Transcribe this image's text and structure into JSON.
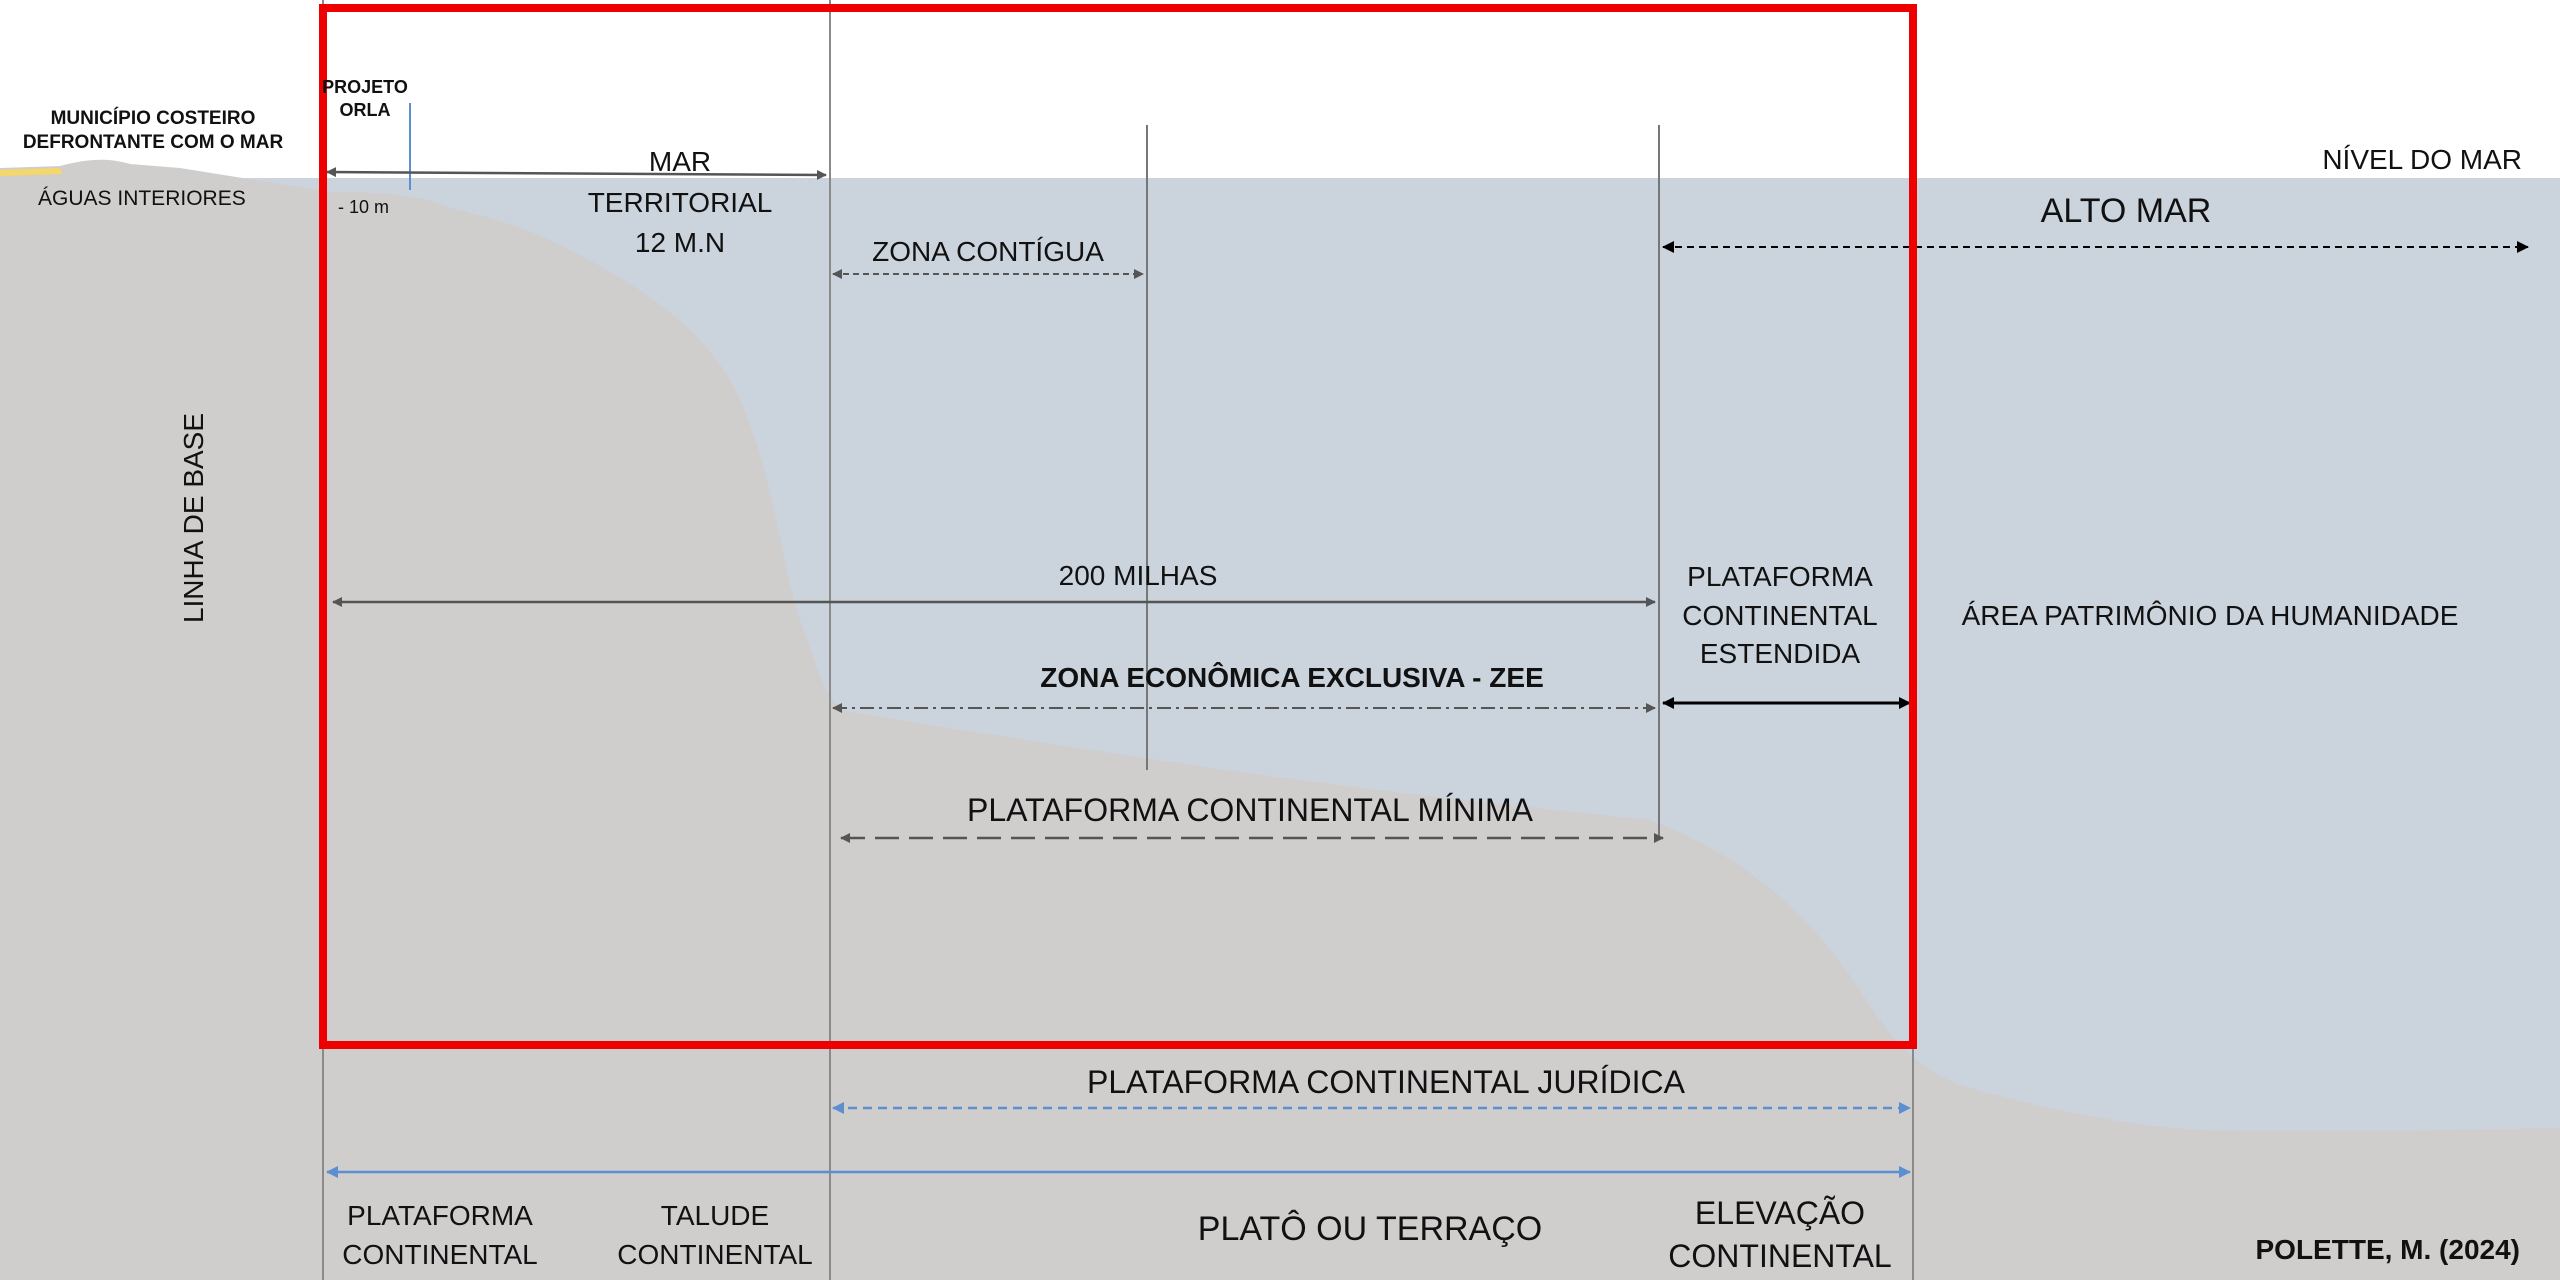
{
  "colors": {
    "seabed": "#d0cdcd",
    "sea": "#cbd3dd",
    "frame": "#ee0000",
    "sand": "#f5d76a",
    "dark_arrow": "#555555",
    "black_arrow": "#000000",
    "blue_arrow": "#5b8fcf",
    "guide_line": "#8a8a8a"
  },
  "labels": {
    "municipio": "MUNICÍPIO COSTEIRO\nDEFRONTANTE COM O MAR",
    "aguas_interiores": "ÁGUAS INTERIORES",
    "projeto_orla": "PROJETO\nORLA",
    "menos_10m": "- 10 m",
    "mar_territorial": "MAR\nTERRITORIAL\n12 M.N",
    "nivel_do_mar": "NÍVEL DO MAR",
    "alto_mar": "ALTO MAR",
    "zona_contigua": "ZONA CONTÍGUA",
    "linha_de_base": "LINHA DE BASE",
    "duzentas_milhas": "200 MILHAS",
    "plataforma_estendida": "PLATAFORMA\nCONTINENTAL\nESTENDIDA",
    "area_patrimonio": "ÁREA PATRIMÔNIO DA HUMANIDADE",
    "zee": "ZONA ECONÔMICA EXCLUSIVA - ZEE",
    "plataforma_minima": "PLATAFORMA CONTINENTAL MÍNIMA",
    "plataforma_juridica": "PLATAFORMA CONTINENTAL JURÍDICA",
    "plataforma_continental": "PLATAFORMA\nCONTINENTAL",
    "talude_continental": "TALUDE\nCONTINENTAL",
    "plato_terraco": "PLATÔ OU TERRAÇO",
    "elevacao_continental": "ELEVAÇÃO\nCONTINENTAL",
    "author": "POLETTE, M. (2024)"
  }
}
